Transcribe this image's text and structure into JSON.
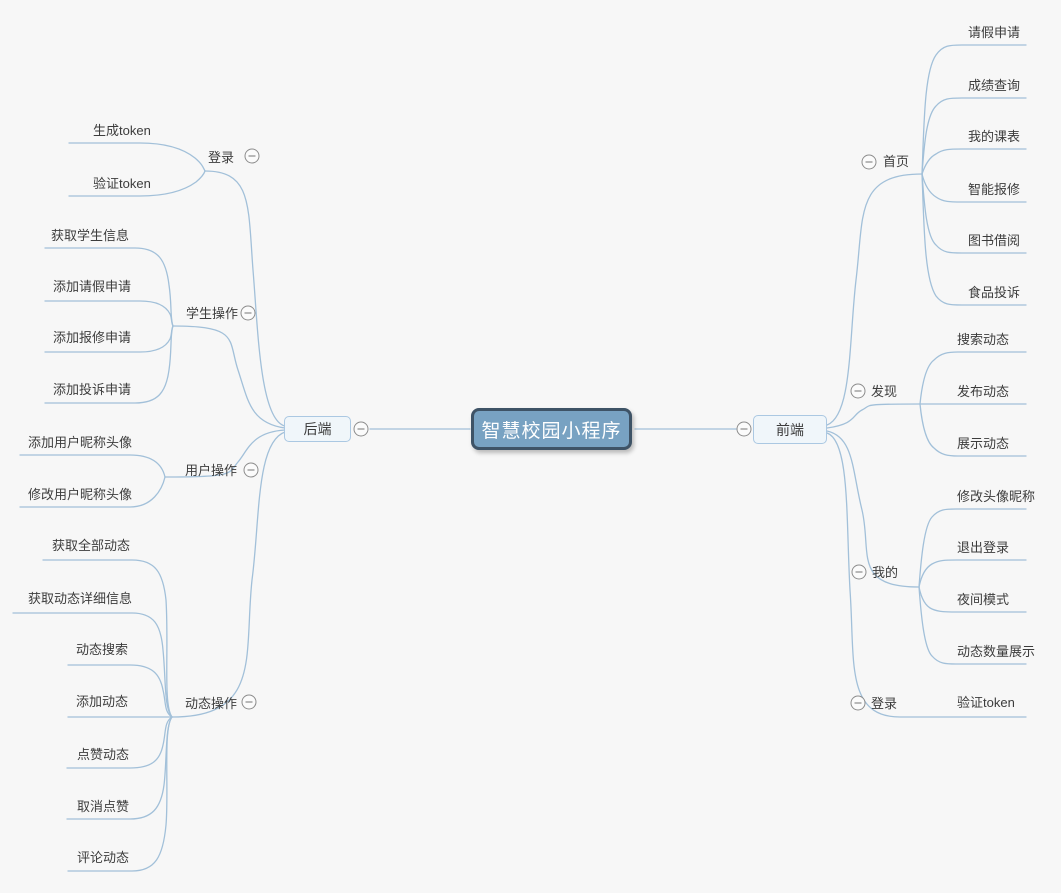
{
  "colors": {
    "background": "#f7f7f7",
    "line": "#a2c0d9",
    "root_fill": "#78a2c2",
    "root_border": "#3e5366",
    "root_text": "#ffffff",
    "branch_fill": "#f0f6fa",
    "branch_border": "#abc8e2",
    "text": "#3c3c3c",
    "collapse_icon": "#8c8c8c"
  },
  "root": {
    "label": "智慧校园小程序"
  },
  "left": {
    "label": "后端",
    "branches": [
      {
        "label": "登录",
        "children": [
          "生成token",
          "验证token"
        ]
      },
      {
        "label": "学生操作",
        "children": [
          "获取学生信息",
          "添加请假申请",
          "添加报修申请",
          "添加投诉申请"
        ]
      },
      {
        "label": "用户操作",
        "children": [
          "添加用户昵称头像",
          "修改用户昵称头像"
        ]
      },
      {
        "label": "动态操作",
        "children": [
          "获取全部动态",
          "获取动态详细信息",
          "动态搜索",
          "添加动态",
          "点赞动态",
          "取消点赞",
          "评论动态"
        ]
      }
    ]
  },
  "right": {
    "label": "前端",
    "branches": [
      {
        "label": "首页",
        "children": [
          "请假申请",
          "成绩查询",
          "我的课表",
          "智能报修",
          "图书借阅",
          "食品投诉"
        ]
      },
      {
        "label": "发现",
        "children": [
          "搜索动态",
          "发布动态",
          "展示动态"
        ]
      },
      {
        "label": "我的",
        "children": [
          "修改头像昵称",
          "退出登录",
          "夜间模式",
          "动态数量展示"
        ]
      },
      {
        "label": "登录",
        "children": [
          "验证token"
        ]
      }
    ]
  },
  "icons": {
    "collapse": "minus-circle"
  }
}
